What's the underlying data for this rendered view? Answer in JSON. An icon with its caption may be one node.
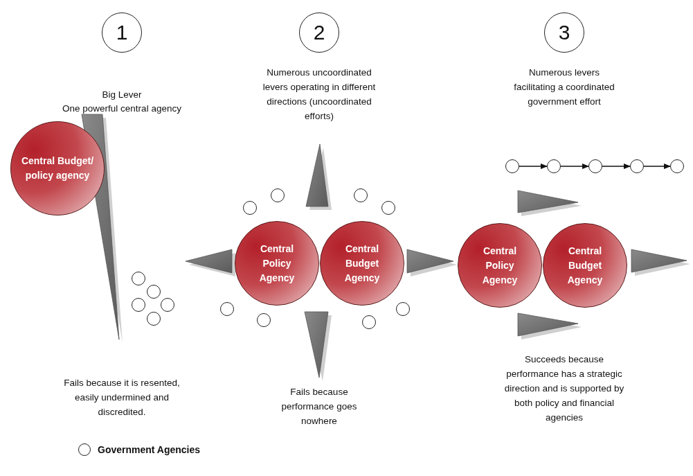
{
  "diagram": {
    "nodes": [
      {
        "text": [
          "1"
        ]
      },
      {
        "text": [
          "2"
        ]
      },
      {
        "text": [
          "3"
        ]
      },
      {
        "text": [
          "Central Budget/ policy agency"
        ]
      },
      {
        "text": [],
        "shape": "circle"
      },
      {
        "text": [],
        "shape": "circle"
      },
      {
        "text": [],
        "shape": "circle"
      },
      {
        "text": [],
        "shape": "circle"
      },
      {
        "text": [],
        "shape": "circle"
      },
      {
        "text": [
          "Central Policy Agency"
        ]
      },
      {
        "text": [
          "Central Budget Agency"
        ]
      },
      {
        "text": [],
        "shape": "circle"
      },
      {
        "text": [],
        "shape": "circle"
      },
      {
        "text": [],
        "shape": "circle"
      },
      {
        "text": [],
        "shape": "circle"
      },
      {
        "text": [],
        "shape": "circle"
      },
      {
        "text": [],
        "shape": "circle"
      },
      {
        "text": [],
        "shape": "circle"
      },
      {
        "text": [],
        "shape": "circle"
      },
      {
        "text": [],
        "shape": "circle"
      },
      {
        "text": [],
        "shape": "circle"
      },
      {
        "text": [],
        "shape": "circle"
      },
      {
        "text": [],
        "shape": "circle"
      },
      {
        "text": [],
        "shape": "circle"
      },
      {
        "text": [
          "Central Policy Agency"
        ]
      },
      {
        "text": [
          "Central Budget Agency"
        ]
      }
    ],
    "edges": [
      {
        "from": 19,
        "to": 20,
        "arrow": "to"
      },
      {
        "from": 20,
        "to": 21,
        "arrow": "to"
      },
      {
        "from": 21,
        "to": 22,
        "arrow": "to"
      },
      {
        "from": 22,
        "to": 23,
        "arrow": "to"
      }
    ],
    "labels": [
      "Big Lever",
      "One powerful central agency",
      "Numerous uncoordinated levers operating in different directions (uncoordinated efforts)",
      "Numerous levers facilitating a coordinated government effort",
      "Fails because it is resented, easily undermined and discredited.",
      "Fails because performance goes nowhere",
      "Succeeds because performance has a strategic direction and is supported by both policy and financial agencies"
    ],
    "legend": [
      {
        "text": "Government Agencies"
      }
    ]
  }
}
